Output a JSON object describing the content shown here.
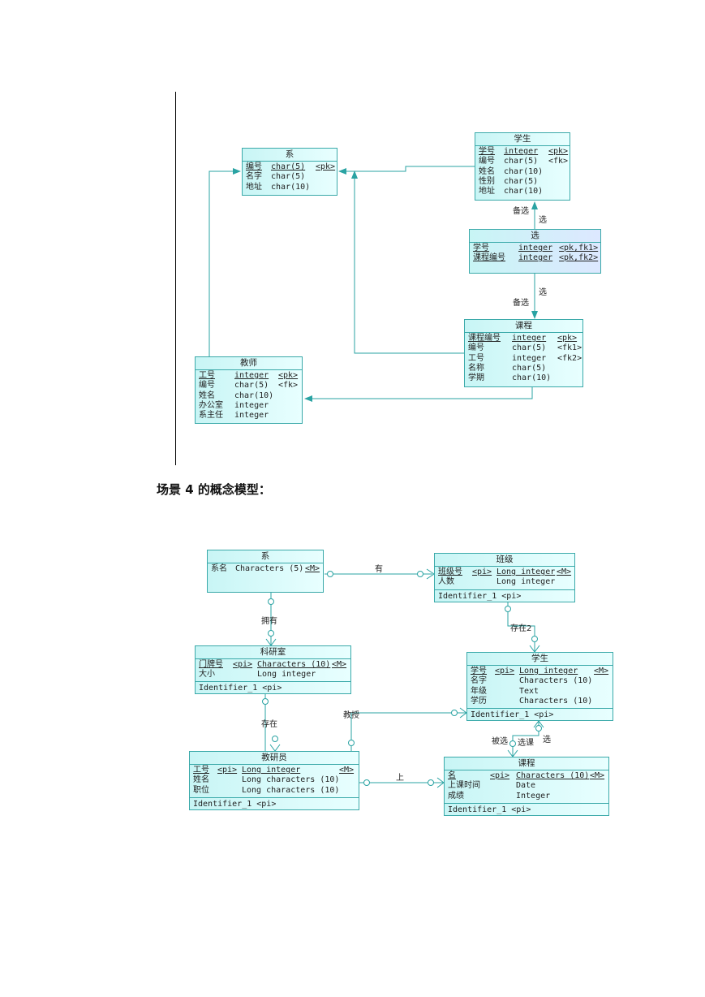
{
  "heading": "场景 4 的概念模型：",
  "diagram1": {
    "dept": {
      "title": "系",
      "rows": [
        {
          "name": "编号",
          "type": "char(5)",
          "key": "<pk>"
        },
        {
          "name": "名字",
          "type": "char(5)",
          "key": ""
        },
        {
          "name": "地址",
          "type": "char(10)",
          "key": ""
        }
      ]
    },
    "student": {
      "title": "学生",
      "rows": [
        {
          "name": "学号",
          "type": "integer",
          "key": "<pk>"
        },
        {
          "name": "编号",
          "type": "char(5)",
          "key": "<fk>"
        },
        {
          "name": "姓名",
          "type": "char(10)",
          "key": ""
        },
        {
          "name": "性别",
          "type": "char(5)",
          "key": ""
        },
        {
          "name": "地址",
          "type": "char(10)",
          "key": ""
        }
      ]
    },
    "select": {
      "title": "选",
      "rows": [
        {
          "name": "学号",
          "type": "integer",
          "key": "<pk,fk1>"
        },
        {
          "name": "课程编号",
          "type": "integer",
          "key": "<pk,fk2>"
        }
      ]
    },
    "course": {
      "title": "课程",
      "rows": [
        {
          "name": "课程编号",
          "type": "integer",
          "key": "<pk>"
        },
        {
          "name": "编号",
          "type": "char(5)",
          "key": "<fk1>"
        },
        {
          "name": "工号",
          "type": "integer",
          "key": "<fk2>"
        },
        {
          "name": "名称",
          "type": "char(5)",
          "key": ""
        },
        {
          "name": "学期",
          "type": "char(10)",
          "key": ""
        }
      ]
    },
    "teacher": {
      "title": "教师",
      "rows": [
        {
          "name": "工号",
          "type": "integer",
          "key": "<pk>"
        },
        {
          "name": "编号",
          "type": "char(5)",
          "key": "<fk>"
        },
        {
          "name": "姓名",
          "type": "char(10)",
          "key": ""
        },
        {
          "name": "办公室",
          "type": "integer",
          "key": ""
        },
        {
          "name": "系主任",
          "type": "integer",
          "key": ""
        }
      ]
    },
    "labels": {
      "beixuan1": "备选",
      "xuan1": "选",
      "beixuan2": "备选",
      "xuan2": "选"
    }
  },
  "diagram2": {
    "dept": {
      "title": "系",
      "rows": [
        {
          "name": "系名",
          "pi": "",
          "type": "Characters (5)",
          "m": "<M>"
        }
      ],
      "identifier": ""
    },
    "class": {
      "title": "班级",
      "rows": [
        {
          "name": "班级号",
          "pi": "<pi>",
          "type": "Long integer",
          "m": "<M>"
        },
        {
          "name": "人数",
          "pi": "",
          "type": "Long integer",
          "m": ""
        }
      ],
      "identifier": "Identifier_1  <pi>"
    },
    "lab": {
      "title": "科研室",
      "rows": [
        {
          "name": "门牌号",
          "pi": "<pi>",
          "type": "Characters (10)",
          "m": "<M>"
        },
        {
          "name": "大小",
          "pi": "",
          "type": "Long integer",
          "m": ""
        }
      ],
      "identifier": "Identifier_1  <pi>"
    },
    "student": {
      "title": "学生",
      "rows": [
        {
          "name": "学号",
          "pi": "<pi>",
          "type": "Long integer",
          "m": "<M>"
        },
        {
          "name": "名字",
          "pi": "",
          "type": "Characters (10)",
          "m": ""
        },
        {
          "name": "年级",
          "pi": "",
          "type": "Text",
          "m": ""
        },
        {
          "name": "学历",
          "pi": "",
          "type": "Characters (10)",
          "m": ""
        }
      ],
      "identifier": "Identifier_1  <pi>"
    },
    "researcher": {
      "title": "教研员",
      "rows": [
        {
          "name": "工号",
          "pi": "<pi>",
          "type": "Long integer",
          "m": "<M>"
        },
        {
          "name": "姓名",
          "pi": "",
          "type": "Long characters (10)",
          "m": ""
        },
        {
          "name": "职位",
          "pi": "",
          "type": "Long characters (10)",
          "m": ""
        }
      ],
      "identifier": "Identifier_1  <pi>"
    },
    "course": {
      "title": "课程",
      "rows": [
        {
          "name": "名",
          "pi": "<pi>",
          "type": "Characters (10)",
          "m": "<M>"
        },
        {
          "name": "上课时间",
          "pi": "",
          "type": "Date",
          "m": ""
        },
        {
          "name": "成绩",
          "pi": "",
          "type": "Integer",
          "m": ""
        }
      ],
      "identifier": "Identifier_1  <pi>"
    },
    "labels": {
      "you": "有",
      "yongyou": "拥有",
      "cunzai2": "存在2",
      "cunzai": "存在",
      "jiaoshou": "教授",
      "shang": "上",
      "beixuan": "被选",
      "xuanke": "选课",
      "xuan": "选"
    }
  },
  "colors": {
    "border": "#3aa9a9",
    "fill": "#d8fafa",
    "line": "#2aa3a3"
  }
}
